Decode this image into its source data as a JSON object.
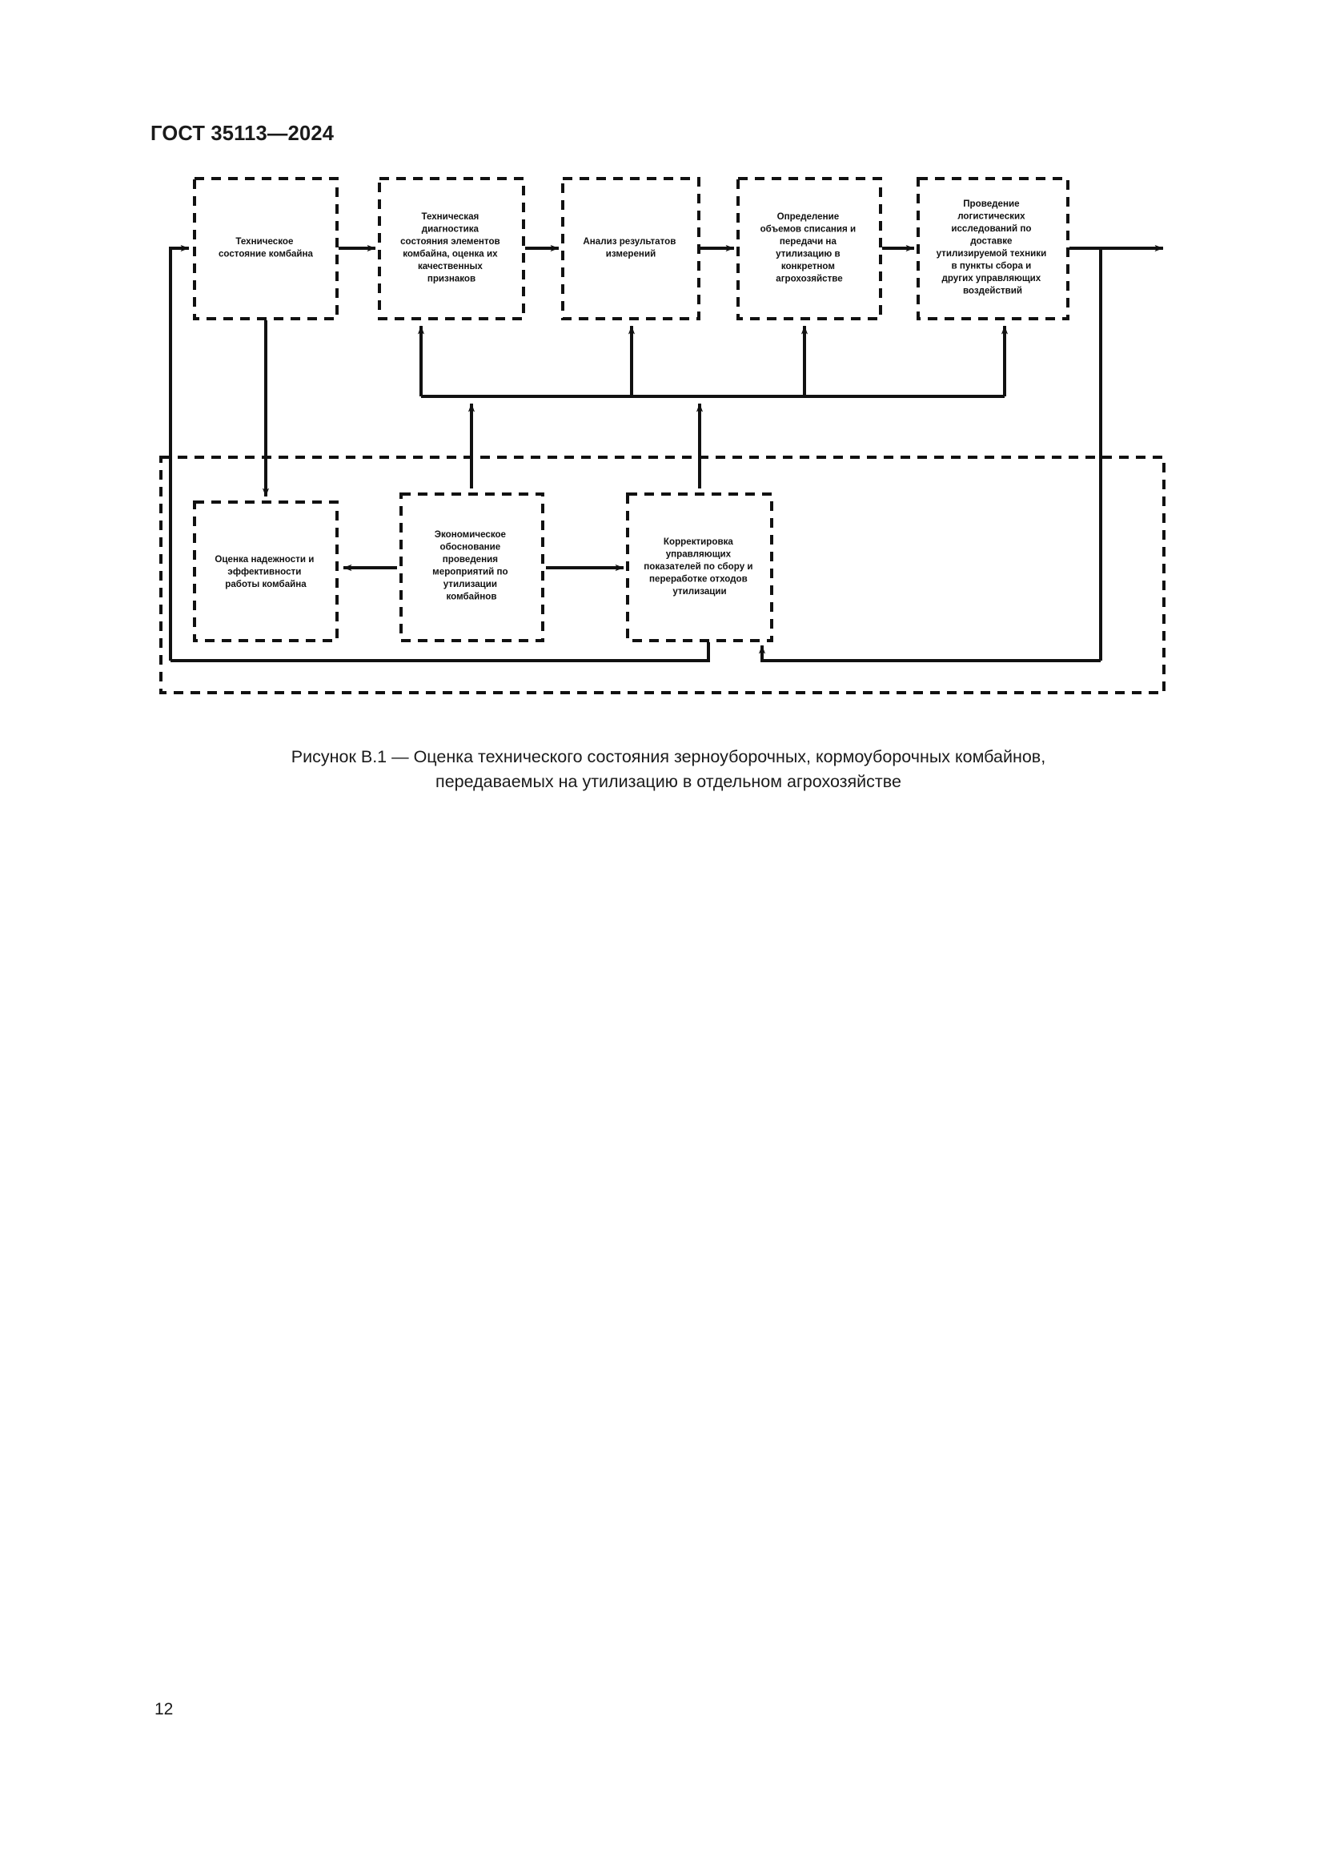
{
  "document": {
    "header": "ГОСТ 35113—2024",
    "page_number": "12"
  },
  "figure": {
    "caption_line1": "Рисунок В.1 — Оценка технического состояния зерноуборочных, кормоуборочных комбайнов,",
    "caption_line2": "передаваемых на утилизацию в отдельном агрохозяйстве",
    "colors": {
      "stroke": "#111111",
      "background": "#ffffff",
      "text": "#111111"
    },
    "top_row": [
      {
        "id": "tehnicheskoe-sostoyanie-kombayna",
        "lines": [
          "Техническое",
          "состояние комбайна"
        ]
      },
      {
        "id": "tehnicheskaya-diagnostika",
        "lines": [
          "Техническая",
          "диагностика",
          "состояния элементов",
          "комбайна, оценка их",
          "качественных",
          "признаков"
        ]
      },
      {
        "id": "analiz-rezultatov-izmereniy",
        "lines": [
          "Анализ результатов",
          "измерений"
        ]
      },
      {
        "id": "opredelenie-obemov-spisaniya",
        "lines": [
          "Определение",
          "объемов списания и",
          "передачи на",
          "утилизацию в",
          "конкретном",
          "агрохозяйстве"
        ]
      },
      {
        "id": "provedenie-logisticheskih-issledovaniy",
        "lines": [
          "Проведение",
          "логистических",
          "исследований по",
          "доставке",
          "утилизируемой техники",
          "в пункты сбора и",
          "других управляющих",
          "воздействий"
        ]
      }
    ],
    "bottom_row": [
      {
        "id": "ocenka-nadezhnosti",
        "lines": [
          "Оценка надежности и",
          "эффективности",
          "работы комбайна"
        ]
      },
      {
        "id": "ekonomicheskoe-obosnovanie",
        "lines": [
          "Экономическое",
          "обоснование",
          "проведения",
          "мероприятий по",
          "утилизации",
          "комбайнов"
        ]
      },
      {
        "id": "korrektirovka-upravlyayushchih",
        "lines": [
          "Корректировка",
          "управляющих",
          "показателей по сбору и",
          "переработке отходов",
          "утилизации"
        ]
      }
    ]
  }
}
